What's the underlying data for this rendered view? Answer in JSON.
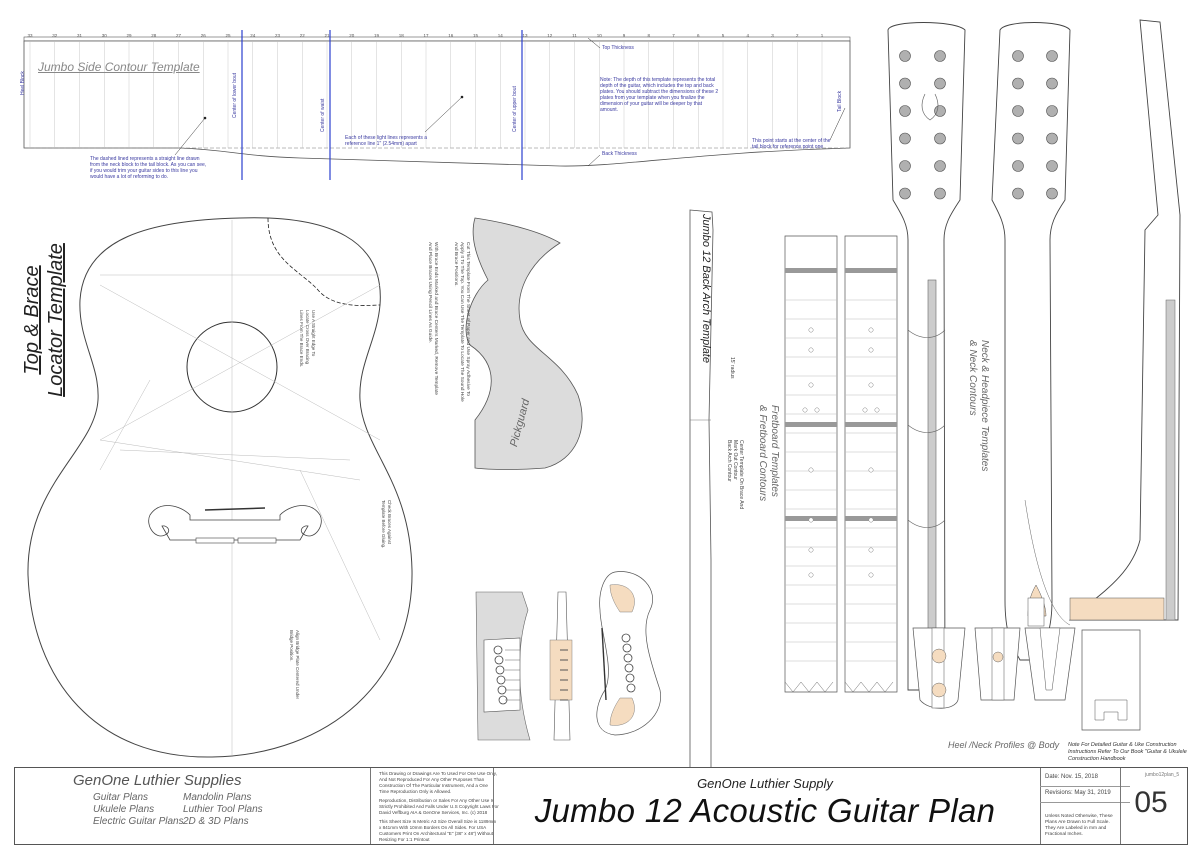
{
  "side_contour": {
    "title": "Jumbo Side Contour Template",
    "ruler_numbers": [
      "33",
      "32",
      "31",
      "30",
      "29",
      "28",
      "27",
      "26",
      "25",
      "24",
      "23",
      "22",
      "21",
      "20",
      "19",
      "18",
      "17",
      "16",
      "15",
      "14",
      "13",
      "12",
      "11",
      "10",
      "9",
      "8",
      "7",
      "6",
      "5",
      "4",
      "3",
      "2",
      "1"
    ],
    "label_top_thickness": "Top Thickness",
    "label_back_thickness": "Back Thickness",
    "label_tail_block": "Tail Block",
    "label_heel_block": "Heel Block",
    "label_center_lower_bout": "Center of lower bout",
    "label_center_waist": "Center of waist",
    "label_center_upper_bout": "Center of upper bout",
    "note_dashed": "The dashed lined represents a straight line drawn from the neck block to the tail block. As you can see, if you would trim your guitar sides to this line you would have a lot of reforming to do.",
    "note_reference": "Each of these light lines represents a reference line 1\" (2.54mm) apart",
    "note_depth": "Note: The depth of this template represents the total depth of the guitar, which includes the top and back plates. You should subtract the dimensions of these 2 plates from your template when you finalize the dimension of your guitar will be deeper by that amount.",
    "note_center": "This point starts at the center of the tail block for reference point one"
  },
  "top_brace": {
    "title_line1": "Top & Brace",
    "title_line2": "Locator Template",
    "note_1": "Cut This Template From The Sheet of Paper and Use Spray Adhesive To Apply It To The Top. You Can Use The Template To Locate The Sound Hole And Brace Positions.",
    "note_2": "With Brace Ends Marked and Brace Centers Marked, Remove Template And Place Braces Using Pencil Lines As Guide.",
    "note_3": "Use A Straight Edge To Locate Cross Over Bracing Lines From The Brace Ends.",
    "note_4": "Check Braces Against Template Before Gluing.",
    "note_5": "Align Bridge Plate Centered Under Bridge Position."
  },
  "pickguard": {
    "label": "Pickguard"
  },
  "back_arch": {
    "title": "Jumbo 12 Back Arch Template",
    "label_radius": "15' radius",
    "label_center": "Center Template On Brace And Mark Out Contour",
    "label_back": "Back Arch Contour"
  },
  "fretboard": {
    "title_line1": "Fretboard Templates",
    "title_line2": "& Fretboard Contours"
  },
  "neck": {
    "title_line1": "Neck & Headpiece Templates",
    "title_line2": "& Neck Contours"
  },
  "heel_label": "Heel /Neck Profiles @ Body",
  "construction_note": "Note For Detailed Guitar & Uke Construction Instructions Refer To Our Book \"Guitar & Ukulele Construction Handbook",
  "title_block": {
    "company": "GenOne Luthier Supplies",
    "plans_left": [
      "Guitar Plans",
      "Ukulele Plans",
      "Electric Guitar Plans"
    ],
    "plans_right": [
      "Mandolin Plans",
      "Luthier Tool Plans",
      "2D & 3D Plans"
    ],
    "legal_1": "This Drawing or Drawings Are To Used For One Use Only, And Not Reproduced For Any Other Purposes Than Construction Of The Particular Instrument, And a One Time Reproduction Only is Allowed.",
    "legal_2": "Reproduction, Distribution or Sales For Any Other Use Is Strictly Prohibited And Falls Under U.S Copyright Laws For David Veffburg AIA & GenOne Services, Inc. (c) 2018",
    "legal_3": "This Sheet Size Is Metric A3 Size Overall Size is 1189mm x 841mm With 10mm Borders On All Sides. For USA Customers Print On Architectural \"E\" (36\" x 48\") Without Resizing For 1:1 Printout",
    "supply": "GenOne Luthier Supply",
    "main_title": "Jumbo 12 Acoustic Guitar Plan",
    "date": "Date: Nov. 15, 2018",
    "revisions": "Revisions: May 31, 2019",
    "dims_note": "Unless Noted Otherwise, These Plans Are Drawn to Full Scale. They Are Labeled in mm and Fractional Inches.",
    "file_ref": "jumbo12plan_5",
    "sheet_number": "05"
  },
  "colors": {
    "blue_line": "#2b3fcf",
    "wood": "#f5dcc0",
    "grey_fill": "#dcdcdc",
    "dot": "#b0b0b0"
  }
}
